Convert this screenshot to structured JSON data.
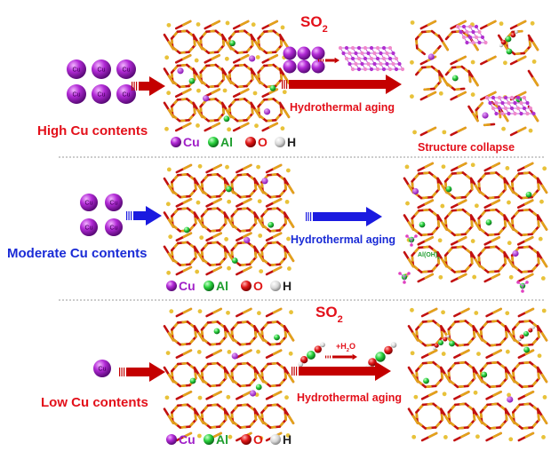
{
  "rows": [
    {
      "label": "High Cu contents",
      "label_color": "#e3101a",
      "arrow_color": "#c40000",
      "gas": "SO",
      "gas_sub": "2",
      "process": "Hydrothermal aging",
      "process_color": "#e3101a",
      "outcome": "Structure collapse",
      "outcome_color": "#e3101a",
      "cu_count": 6
    },
    {
      "label": "Moderate Cu contents",
      "label_color": "#1a2bd6",
      "arrow_color": "#1a1ae0",
      "process": "Hydrothermal aging",
      "process_color": "#1a2bd6",
      "species": "Al(OH)",
      "species_sub": "3",
      "cu_count": 4
    },
    {
      "label": "Low Cu contents",
      "label_color": "#e3101a",
      "arrow_color": "#c40000",
      "gas": "SO",
      "gas_sub": "2",
      "reagent": "+H",
      "reagent_sub": "2",
      "reagent_tail": "O",
      "process": "Hydrothermal aging",
      "process_color": "#e3101a",
      "cu_count": 1
    }
  ],
  "atom_label": "Cu",
  "legend": [
    {
      "symbol": "Cu",
      "color": "#a020c8",
      "text_color": "#a020c8"
    },
    {
      "symbol": "Al",
      "color": "#22c23a",
      "text_color": "#1e9e2e"
    },
    {
      "symbol": "O",
      "color": "#e01818",
      "text_color": "#e01818"
    },
    {
      "symbol": "H",
      "color": "#d8d8d8",
      "text_color": "#222222"
    }
  ]
}
